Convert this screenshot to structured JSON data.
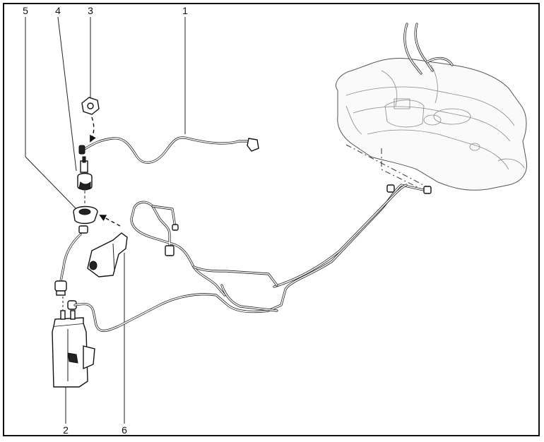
{
  "callouts": [
    {
      "id": "1",
      "label": "1"
    },
    {
      "id": "2",
      "label": "2"
    },
    {
      "id": "3",
      "label": "3"
    },
    {
      "id": "4",
      "label": "4"
    },
    {
      "id": "5",
      "label": "5"
    },
    {
      "id": "6",
      "label": "6"
    }
  ],
  "colors": {
    "line": "#222222",
    "background": "#ffffff",
    "tank_fill": "#fafafa"
  }
}
